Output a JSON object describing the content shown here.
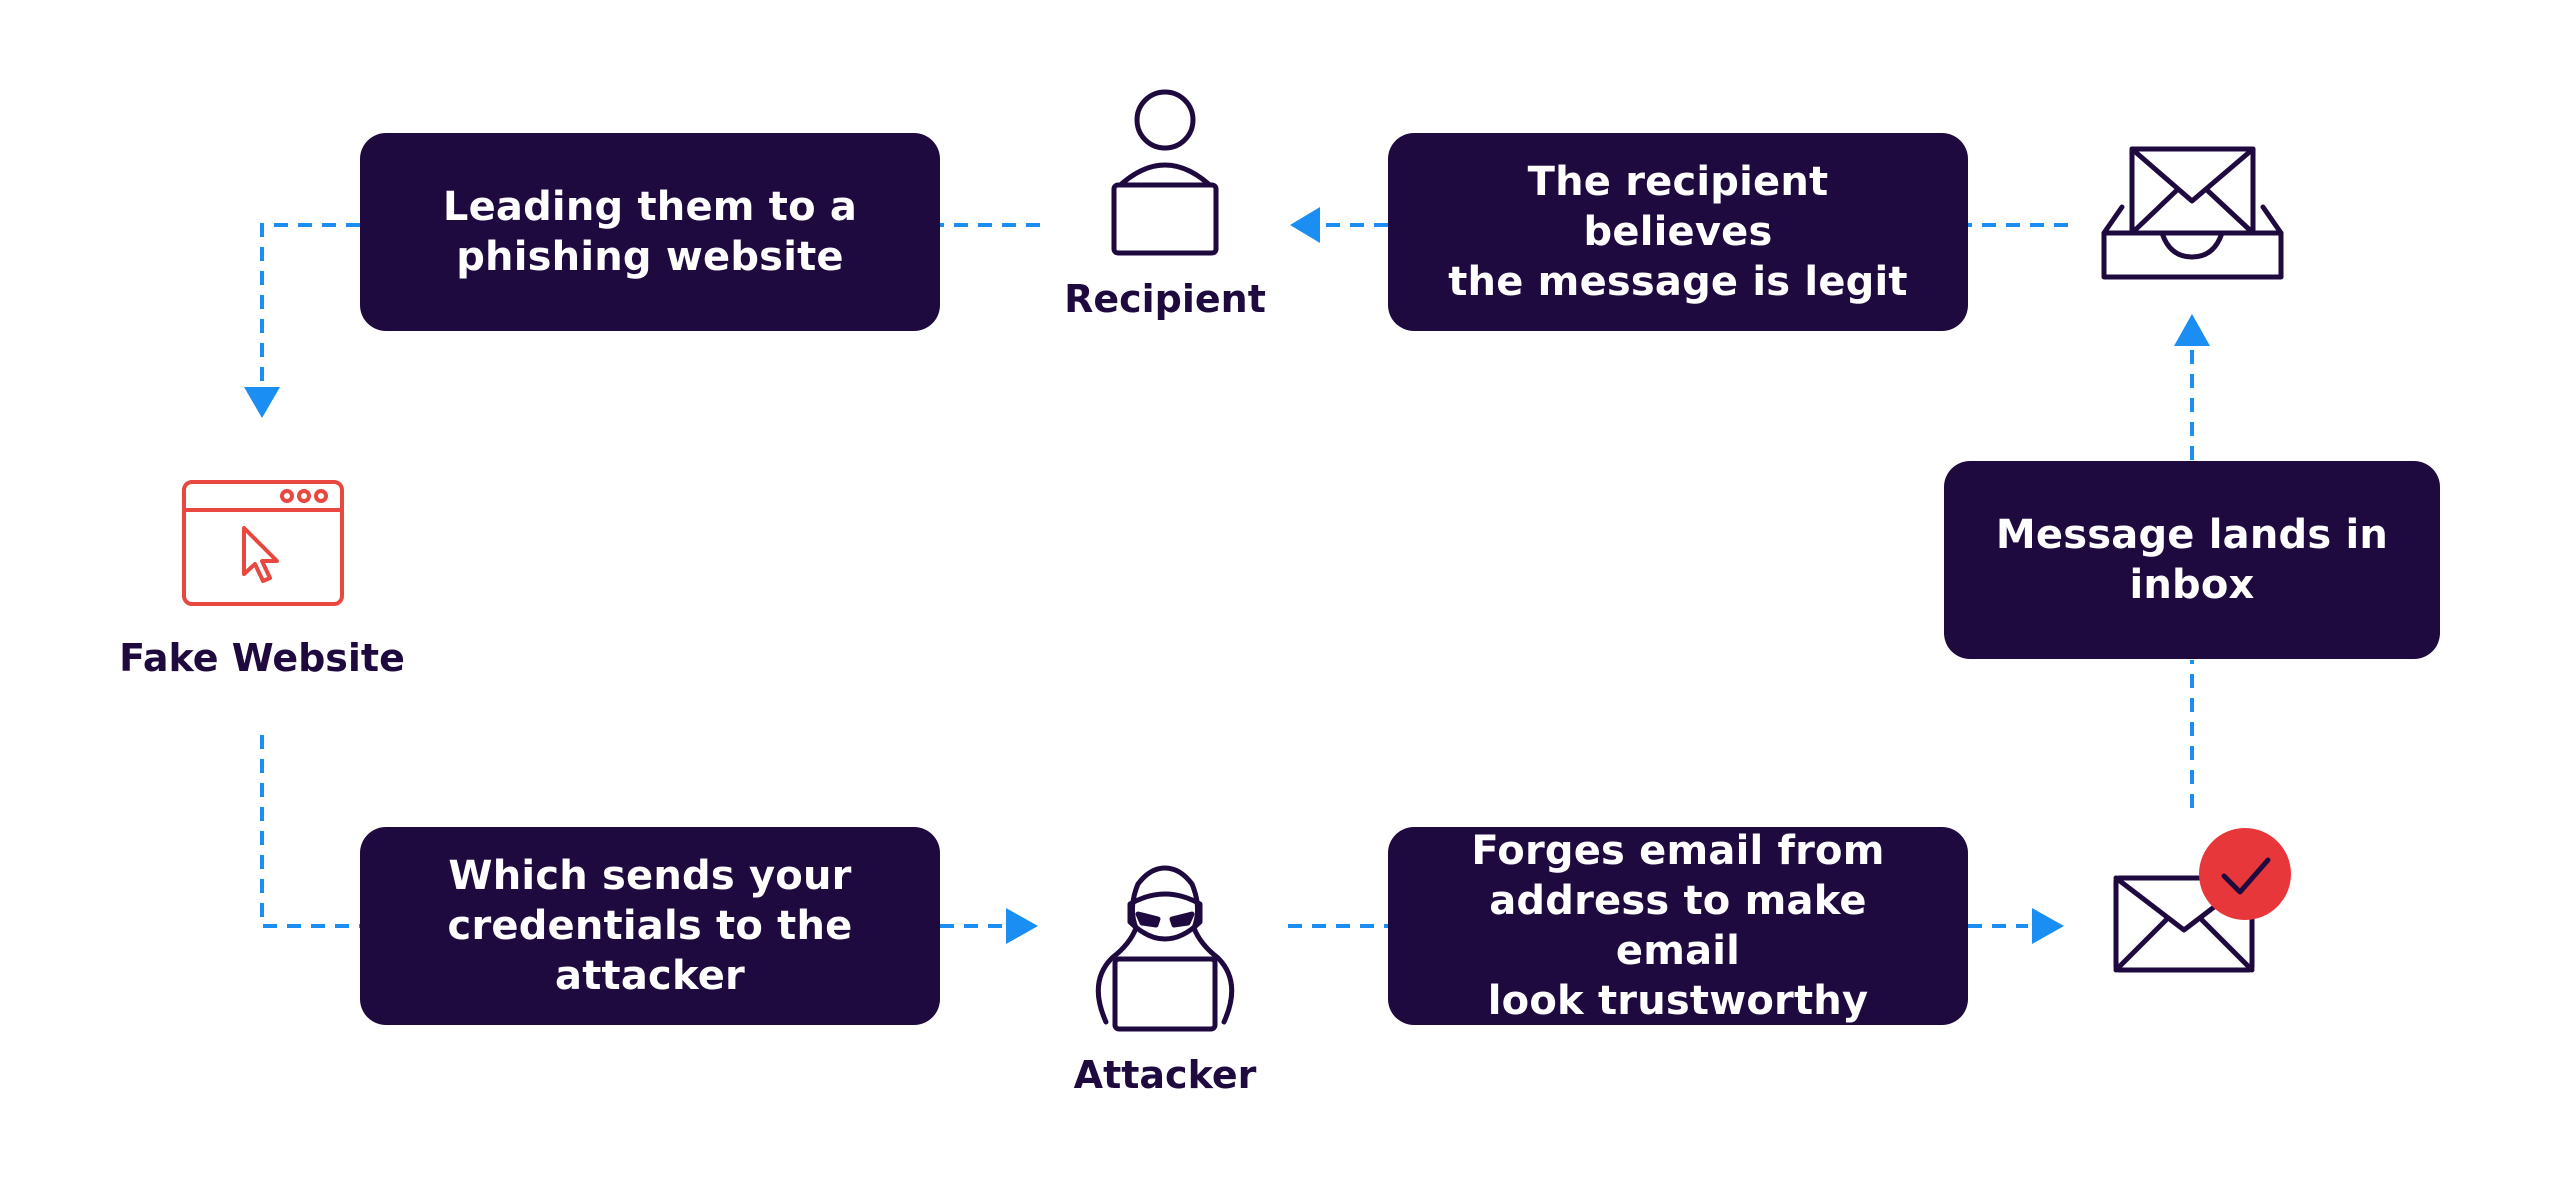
{
  "colors": {
    "box_fill": "#1f0a40",
    "box_text": "#ffffff",
    "label_text": "#1f0a40",
    "connector": "#1a8ef2",
    "icon_stroke": "#1f0a40",
    "website_icon": "#e8483f",
    "check_badge": "#e8373a"
  },
  "nodes": {
    "recipient": {
      "label": "Recipient",
      "icon": "person-at-laptop-icon"
    },
    "fake_website": {
      "label": "Fake Website",
      "icon": "browser-window-cursor-icon"
    },
    "attacker": {
      "label": "Attacker",
      "icon": "hooded-hacker-icon"
    },
    "inbox": {
      "icon": "inbox-tray-envelope-icon"
    },
    "forged_email": {
      "icon": "envelope-check-icon"
    }
  },
  "steps": {
    "leading_to_phishing": "Leading them to a\nphishing website",
    "recipient_believes": "The recipient believes\nthe message is legit",
    "message_lands": "Message lands in\ninbox",
    "sends_credentials": "Which sends your\ncredentials to the\nattacker",
    "forges_email": "Forges email from\naddress to make email\nlook trustworthy"
  }
}
